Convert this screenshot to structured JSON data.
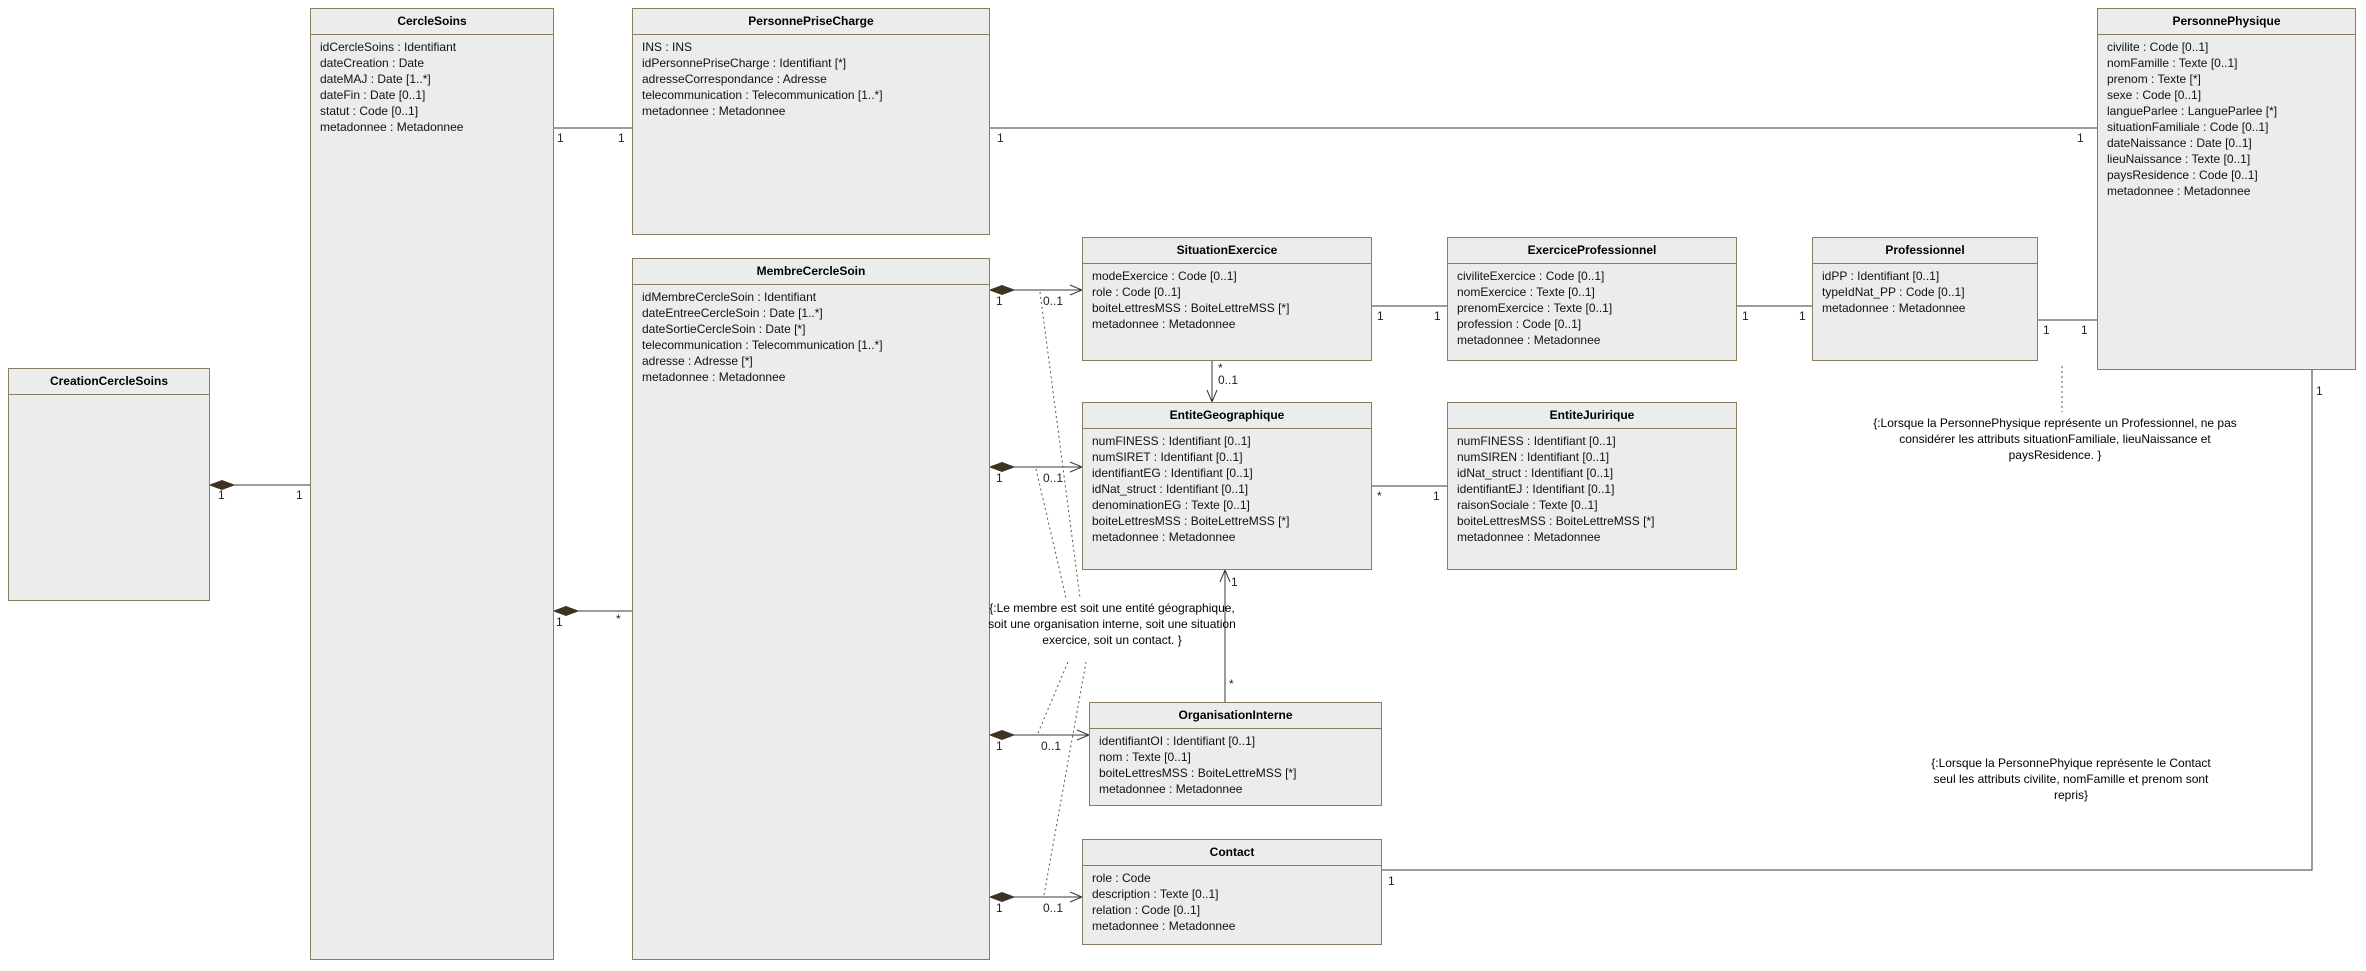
{
  "diagram": {
    "kind": "UML class diagram",
    "colors": {
      "background": "#ffffff",
      "box_fill": "#ececec",
      "box_border": "#8a7e5e",
      "line": "#3a3a3a",
      "diamond": "#3f3323",
      "text": "#000000"
    },
    "classes": [
      {
        "id": "cercle_soins",
        "name": "CercleSoins",
        "attributes": [
          "idCercleSoins : Identifiant",
          "dateCreation : Date",
          "dateMAJ : Date [1..*]",
          "dateFin : Date [0..1]",
          "statut : Code [0..1]",
          "metadonnee : Metadonnee"
        ]
      },
      {
        "id": "creation_cercle_soins",
        "name": "CreationCercleSoins",
        "attributes": []
      },
      {
        "id": "personne_prise_charge",
        "name": "PersonnePriseCharge",
        "attributes": [
          "INS : INS",
          "idPersonnePriseCharge : Identifiant [*]",
          "adresseCorrespondance : Adresse",
          "telecommunication : Telecommunication [1..*]",
          "metadonnee : Metadonnee"
        ]
      },
      {
        "id": "membre_cercle_soin",
        "name": "MembreCercleSoin",
        "attributes": [
          "idMembreCercleSoin : Identifiant",
          "dateEntreeCercleSoin : Date [1..*]",
          "dateSortieCercleSoin : Date [*]",
          "telecommunication : Telecommunication [1..*]",
          "adresse : Adresse [*]",
          "metadonnee : Metadonnee"
        ]
      },
      {
        "id": "situation_exercice",
        "name": "SituationExercice",
        "attributes": [
          "modeExercice : Code [0..1]",
          "role : Code [0..1]",
          "boiteLettresMSS : BoiteLettreMSS [*]",
          "metadonnee : Metadonnee"
        ]
      },
      {
        "id": "exercice_professionnel",
        "name": "ExerciceProfessionnel",
        "attributes": [
          "civiliteExercice : Code [0..1]",
          "nomExercice : Texte [0..1]",
          "prenomExercice : Texte [0..1]",
          "profession : Code [0..1]",
          "metadonnee : Metadonnee"
        ]
      },
      {
        "id": "professionnel",
        "name": "Professionnel",
        "attributes": [
          "idPP : Identifiant [0..1]",
          "typeIdNat_PP : Code [0..1]",
          "metadonnee : Metadonnee"
        ]
      },
      {
        "id": "personne_physique",
        "name": "PersonnePhysique",
        "attributes": [
          "civilite : Code [0..1]",
          "nomFamille : Texte [0..1]",
          "prenom : Texte [*]",
          "sexe : Code [0..1]",
          "langueParlee : LangueParlee [*]",
          "situationFamiliale : Code [0..1]",
          "dateNaissance : Date [0..1]",
          "lieuNaissance : Texte [0..1]",
          "paysResidence : Code [0..1]",
          "metadonnee : Metadonnee"
        ]
      },
      {
        "id": "entite_geographique",
        "name": "EntiteGeographique",
        "attributes": [
          "numFINESS : Identifiant [0..1]",
          "numSIRET : Identifiant [0..1]",
          "identifiantEG : Identifiant [0..1]",
          "idNat_struct : Identifiant [0..1]",
          "denominationEG : Texte [0..1]",
          "boiteLettresMSS : BoiteLettreMSS [*]",
          "metadonnee : Metadonnee"
        ]
      },
      {
        "id": "entite_juririque",
        "name": "EntiteJuririque",
        "attributes": [
          "numFINESS : Identifiant [0..1]",
          "numSIREN : Identifiant [0..1]",
          "idNat_struct : Identifiant [0..1]",
          "identifiantEJ : Identifiant [0..1]",
          "raisonSociale : Texte [0..1]",
          "boiteLettresMSS : BoiteLettreMSS [*]",
          "metadonnee : Metadonnee"
        ]
      },
      {
        "id": "organisation_interne",
        "name": "OrganisationInterne",
        "attributes": [
          "identifiantOI : Identifiant [0..1]",
          "nom : Texte [0..1]",
          "boiteLettresMSS : BoiteLettreMSS [*]",
          "metadonnee : Metadonnee"
        ]
      },
      {
        "id": "contact",
        "name": "Contact",
        "attributes": [
          "role : Code",
          "description : Texte [0..1]",
          "relation : Code [0..1]",
          "metadonnee : Metadonnee"
        ]
      }
    ],
    "notes": [
      {
        "id": "note_membre",
        "text": "{:Le membre est soit une entité géographique, soit une organisation interne, soit une situation exercice, soit un contact. }"
      },
      {
        "id": "note_professionnel",
        "text": "{:Lorsque la PersonnePhysique représente un Professionnel, ne pas considérer les attributs situationFamiliale, lieuNaissance et paysResidence. }"
      },
      {
        "id": "note_contact",
        "text": "{:Lorsque la PersonnePhyique représente le Contact seul les attributs civilite, nomFamille et prenom sont repris}"
      }
    ],
    "associations": [
      {
        "id": "creation_cercle",
        "from": "CreationCercleSoins",
        "to": "CercleSoins",
        "type": "composition",
        "from_mult": "1",
        "to_mult": "1"
      },
      {
        "id": "cercle_ppc",
        "from": "CercleSoins",
        "to": "PersonnePriseCharge",
        "type": "association",
        "from_mult": "1",
        "to_mult": "1"
      },
      {
        "id": "cercle_membre",
        "from": "CercleSoins",
        "to": "MembreCercleSoin",
        "type": "composition",
        "from_mult": "1",
        "to_mult": "*"
      },
      {
        "id": "ppc_pphysique",
        "from": "PersonnePriseCharge",
        "to": "PersonnePhysique",
        "type": "association",
        "from_mult": "1",
        "to_mult": "1"
      },
      {
        "id": "membre_situation",
        "from": "MembreCercleSoin",
        "to": "SituationExercice",
        "type": "composition_directed",
        "from_mult": "1",
        "to_mult": "0..1"
      },
      {
        "id": "membre_entitegeo",
        "from": "MembreCercleSoin",
        "to": "EntiteGeographique",
        "type": "composition_directed",
        "from_mult": "1",
        "to_mult": "0..1"
      },
      {
        "id": "membre_orginterne",
        "from": "MembreCercleSoin",
        "to": "OrganisationInterne",
        "type": "composition_directed",
        "from_mult": "1",
        "to_mult": "0..1"
      },
      {
        "id": "membre_contact",
        "from": "MembreCercleSoin",
        "to": "Contact",
        "type": "composition_directed",
        "from_mult": "1",
        "to_mult": "0..1"
      },
      {
        "id": "situation_exercicepro",
        "from": "SituationExercice",
        "to": "ExerciceProfessionnel",
        "type": "association",
        "from_mult": "1",
        "to_mult": "1"
      },
      {
        "id": "exercicepro_pro",
        "from": "ExerciceProfessionnel",
        "to": "Professionnel",
        "type": "association",
        "from_mult": "1",
        "to_mult": "1"
      },
      {
        "id": "pro_pphysique",
        "from": "Professionnel",
        "to": "PersonnePhysique",
        "type": "association",
        "from_mult": "1",
        "to_mult": "1"
      },
      {
        "id": "situation_entitegeo",
        "from": "SituationExercice",
        "to": "EntiteGeographique",
        "type": "directed",
        "from_mult": "*",
        "to_mult": "0..1"
      },
      {
        "id": "entitegeo_entitejur",
        "from": "EntiteGeographique",
        "to": "EntiteJuririque",
        "type": "association",
        "from_mult": "*",
        "to_mult": "1"
      },
      {
        "id": "orginterne_entitegeo",
        "from": "OrganisationInterne",
        "to": "EntiteGeographique",
        "type": "directed",
        "from_mult": "*",
        "to_mult": "1"
      },
      {
        "id": "contact_pphysique",
        "from": "Contact",
        "to": "PersonnePhysique",
        "type": "association",
        "from_mult": "1",
        "to_mult": "1"
      }
    ]
  }
}
